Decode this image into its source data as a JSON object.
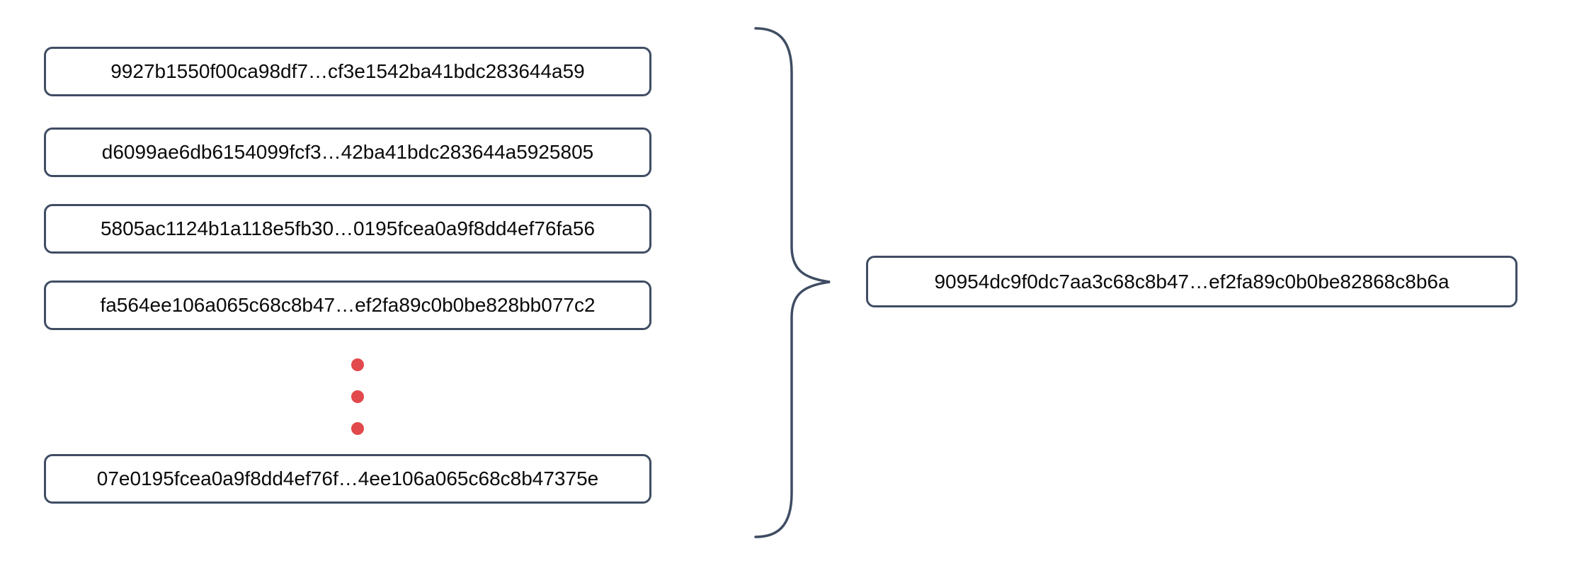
{
  "diagram": {
    "input_hashes": [
      "9927b1550f00ca98df7…cf3e1542ba41bdc283644a59",
      "d6099ae6db6154099fcf3…42ba41bdc283644a5925805",
      "5805ac1124b1a118e5fb30…0195fcea0a9f8dd4ef76fa56",
      "fa564ee106a065c68c8b47…ef2fa89c0b0be828bb077c2",
      "07e0195fcea0a9f8dd4ef76f…4ee106a065c68c8b47375e"
    ],
    "output_hash": "90954dc9f0dc7aa3c68c8b47…ef2fa89c0b0be82868c8b6a",
    "icons": {
      "ellipsis": "vertical-ellipsis-icon",
      "brace": "curly-brace-icon"
    },
    "colors": {
      "border": "#3F4D63",
      "dot": "#E2494C",
      "text": "#0A0A0A",
      "background": "#FFFFFF"
    }
  }
}
